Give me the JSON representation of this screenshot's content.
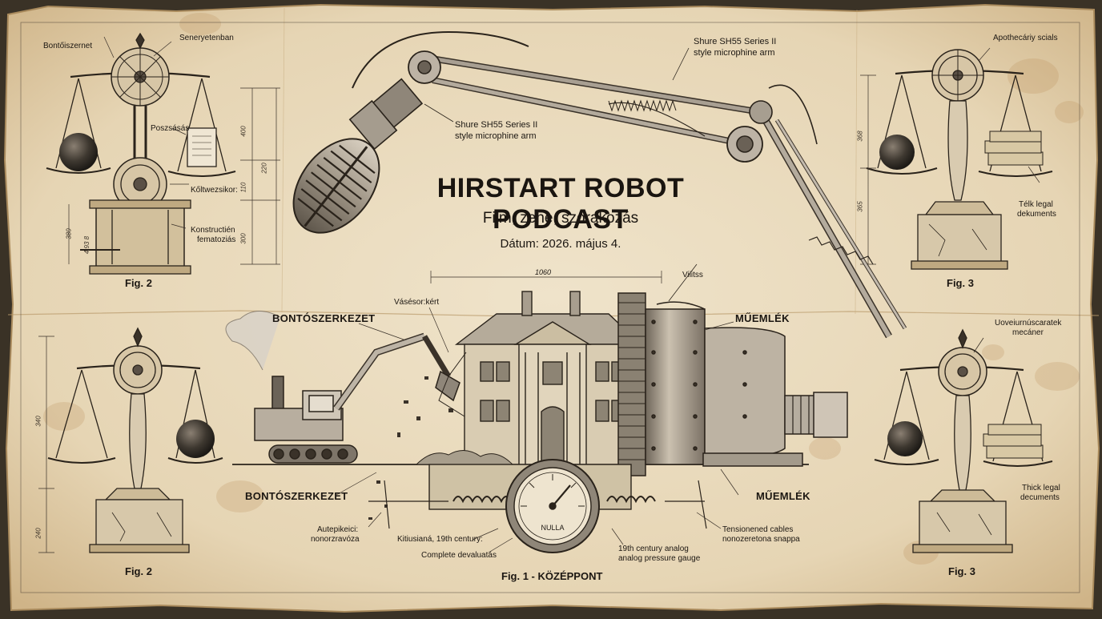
{
  "header": {
    "title": "HIRSTART ROBOT PODCAST",
    "subtitle": "Film, zene, szórakozás",
    "date": "Dátum: 2026. május 4."
  },
  "colors": {
    "paper": "#eadcc0",
    "paper_edge": "#c9ad80",
    "ink": "#1c1712",
    "stain": "#b88a52"
  },
  "labels": {
    "tl_bontoszernet": "Bontőiszernet",
    "tl_seneryetenban": "Seneryetenban",
    "tl_poszasas": "Poszsásás",
    "tl_koltwezsikor": "Kőltwezsikor:",
    "tl_konstruction_1": "Konstructién",
    "tl_konstruction_2": "fematoziás",
    "tl_fig": "Fig. 2",
    "mic_top_1": "Shure SH55 Series II",
    "mic_top_2": "style microphine arm",
    "mic_mid_1": "Shure SH55 Series II",
    "mic_mid_2": "style microphine arm",
    "tr_apothecary": "Apothecáriy scials",
    "tr_telk_1": "Télk legal",
    "tr_telk_2": "dekuments",
    "tr_fig": "Fig. 3",
    "dim_1060": "1060",
    "viiitss": "Viiitss",
    "vasesor": "Vásésor:kért",
    "bonto_upper": "BONTÓSZERKEZET",
    "bonto_lower": "BONTÓSZERKEZET",
    "muemlek_upper": "MŰEMLÉK",
    "muemlek_lower": "MŰEMLÉK",
    "gauge_text": "NULLA",
    "autep_1": "Autepikeici:",
    "autep_2": "nonorzravóza",
    "kitiusiana": "Kitiusianá, 19th century:",
    "complete": "Complete devaluatás",
    "analog_1": "19th century analog",
    "analog_2": "analog pressure gauge",
    "cables_1": "Tensionened cables",
    "cables_2": "nonozeretona snappa",
    "fig1": "Fig. 1 - KÖZÉPPONT",
    "bl_fig": "Fig. 2",
    "br_uoveiur_1": "Uoveiurnúscaratek",
    "br_uoveiur_2": "mecáner",
    "br_thick_1": "Thick legal",
    "br_thick_2": "decuments",
    "br_fig": "Fig. 3",
    "dim_400": "400",
    "dim_220": "220",
    "dim_110": "110",
    "dim_300": "300",
    "dim_380": "380",
    "dim_small": "4 93 8",
    "dim_368": "368",
    "dim_365": "365",
    "dim_340": "340",
    "dim_240": "240"
  }
}
